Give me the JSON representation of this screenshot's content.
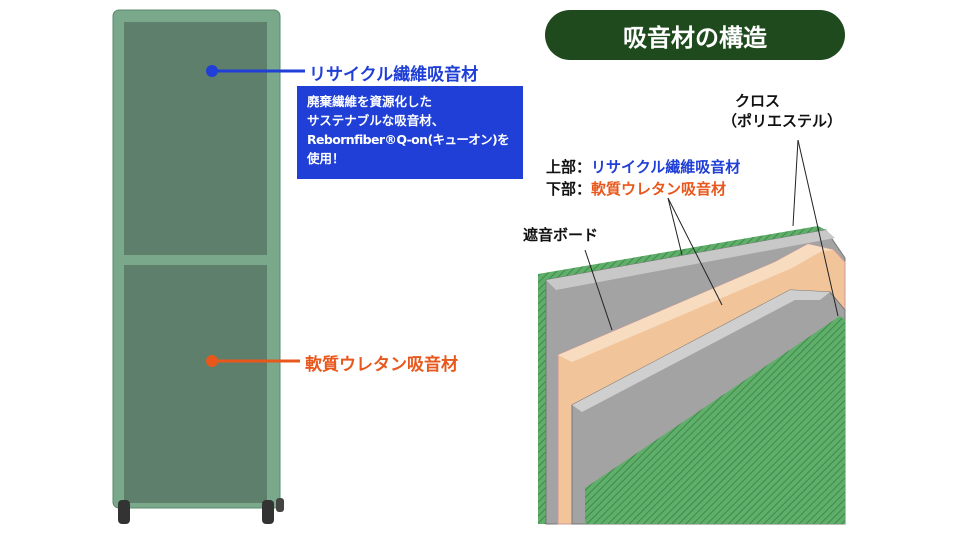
{
  "title": "吸音材の構造",
  "panel_labels": {
    "upper": "リサイクル繊維吸音材",
    "lower": "軟質ウレタン吸音材"
  },
  "info_box": {
    "lines": [
      "廃棄繊維を資源化した",
      "サステナブルな吸音材、",
      "Rebornfiber®Q-on(キューオン)を",
      "使用！"
    ]
  },
  "diagram_labels": {
    "cloth_line1": "クロス",
    "cloth_line2": "（ポリエステル）",
    "upper_prefix": "上部：",
    "upper_value": "リサイクル繊維吸音材",
    "lower_prefix": "下部：",
    "lower_value": "軟質ウレタン吸音材",
    "board": "遮音ボード"
  },
  "colors": {
    "blue": "#1f3fd6",
    "orange": "#e8581c",
    "title_bg": "#1f4a1e",
    "panel_frame": "#79a88a",
    "panel_inner": "#5f7f6d"
  }
}
